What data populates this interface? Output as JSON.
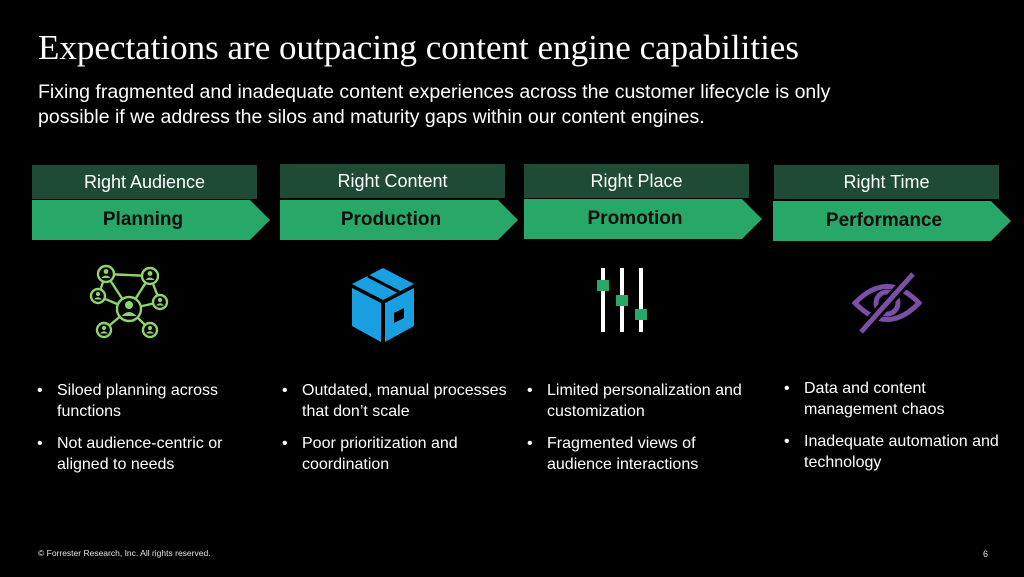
{
  "slide": {
    "title": "Expectations are outpacing content engine capabilities",
    "subtitle_line1": "Fixing fragmented and inadequate content experiences across the customer lifecycle is only",
    "subtitle_line2": "possible if we address the silos and maturity gaps within our content engines."
  },
  "columns": [
    {
      "label": "Right Audience",
      "stage": "Planning",
      "icon": "network-people-icon",
      "bullets": [
        "Siloed planning across functions",
        "Not audience-centric or aligned to needs"
      ]
    },
    {
      "label": "Right Content",
      "stage": "Production",
      "icon": "box-icon",
      "bullets": [
        "Outdated, manual processes that don’t scale",
        "Poor prioritization and coordination"
      ]
    },
    {
      "label": "Right Place",
      "stage": "Promotion",
      "icon": "sliders-icon",
      "bullets": [
        "Limited personalization and customization",
        "Fragmented views of audience interactions"
      ]
    },
    {
      "label": "Right Time",
      "stage": "Performance",
      "icon": "eye-slash-icon",
      "bullets": [
        "Data and content management chaos",
        "Inadequate automation and technology"
      ]
    }
  ],
  "bullet_char": "•",
  "footer": {
    "copyright": "© Forrester Research, Inc. All rights reserved.",
    "page_number": "6"
  },
  "colors": {
    "background": "#000000",
    "label_bar": "#1f4a36",
    "chevron": "#27a868",
    "network_icon": "#8ed36b",
    "box_icon": "#1aa0e0",
    "slider_knob": "#27a868",
    "eye_icon": "#7b4fa6"
  }
}
